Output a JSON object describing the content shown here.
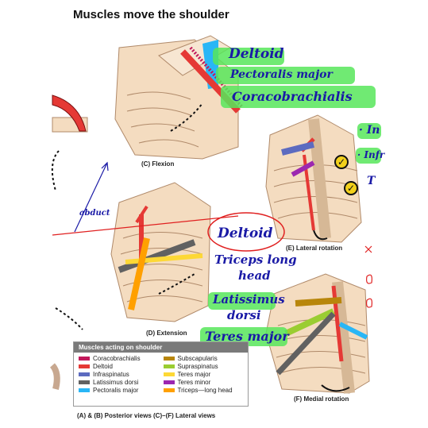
{
  "title": "Muscles move the shoulder",
  "panels": {
    "flexion": "(C) Flexion",
    "extension": "(D) Extension",
    "lateral_rotation": "(E) Lateral rotation",
    "medial_rotation": "(F) Medial rotation"
  },
  "handwriting": {
    "flexion_1": "Deltoid",
    "flexion_2": "Pectoralis major",
    "flexion_3": "Coracobrachialis",
    "extension_1": "Deltoid",
    "extension_2": "Triceps long",
    "extension_3": "head",
    "extension_4": "Latissimus",
    "extension_5": "dorsi",
    "extension_6": "Teres major",
    "side_note": "abduct",
    "right_1": "· In",
    "right_2": "· Infr",
    "right_3": "T"
  },
  "legend": {
    "header": "Muscles acting on shoulder",
    "items": [
      {
        "label": "Coracobrachialis",
        "color": "#c2185b"
      },
      {
        "label": "Subscapularis",
        "color": "#b8860b"
      },
      {
        "label": "Deltoid",
        "color": "#e53935"
      },
      {
        "label": "Supraspinatus",
        "color": "#9acd32"
      },
      {
        "label": "Infraspinatus",
        "color": "#5c6bc0"
      },
      {
        "label": "Teres major",
        "color": "#fdd835"
      },
      {
        "label": "Latissimus dorsi",
        "color": "#616161"
      },
      {
        "label": "Teres minor",
        "color": "#9c27b0"
      },
      {
        "label": "Pectoralis major",
        "color": "#29b6f6"
      },
      {
        "label": "Triceps—long head",
        "color": "#ffa000"
      }
    ]
  },
  "views_caption": "(A) & (B) Posterior views  (C)–(F) Lateral views",
  "colors": {
    "highlight": "#57e65a",
    "ink_blue": "#1a1aa6",
    "ink_red": "#e02020",
    "bone": "#f4dcc0"
  }
}
